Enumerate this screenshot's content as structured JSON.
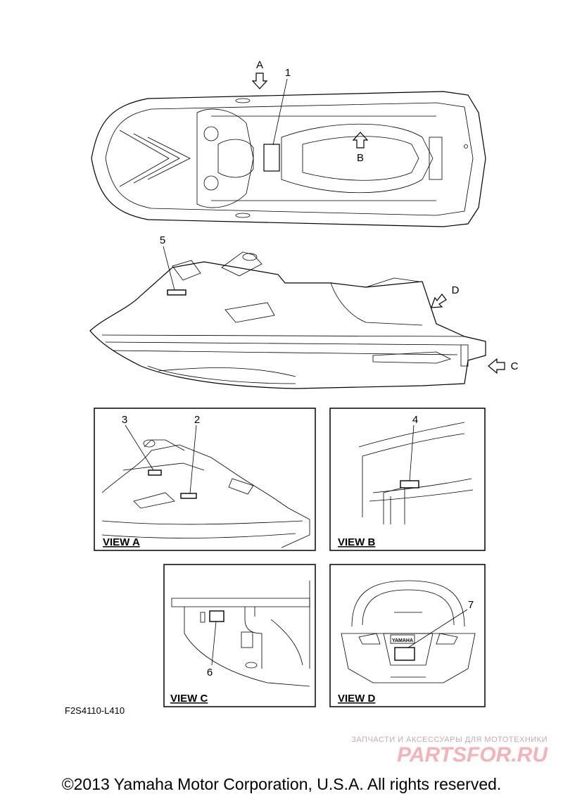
{
  "arrows": {
    "a": "A",
    "b": "B",
    "c": "C",
    "d": "D"
  },
  "callouts": [
    "1",
    "2",
    "3",
    "4",
    "5",
    "6",
    "7"
  ],
  "views": {
    "a": "VIEW A",
    "b": "VIEW B",
    "c": "VIEW C",
    "d": "VIEW D"
  },
  "diagram_code": "F2S4110-L410",
  "watermark": {
    "tagline": "ЗАПЧАСТИ И АКСЕССУАРЫ ДЛЯ МОТОТЕХНИКИ",
    "logo": "PARTSFOR.RU"
  },
  "copyright": "©2013 Yamaha Motor Corporation, U.S.A. All rights reserved."
}
